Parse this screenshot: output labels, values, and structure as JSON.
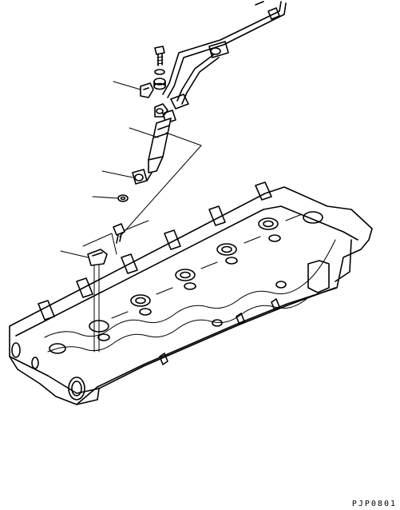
{
  "figure": {
    "reference_code": "PJP0801",
    "colors": {
      "line": "#000000",
      "background": "#ffffff"
    },
    "parts": [
      {
        "id": "clamp-bracket",
        "icon": "clamp-icon"
      },
      {
        "id": "nozzle-holder",
        "icon": "injector-icon"
      },
      {
        "id": "sleeve-nut",
        "icon": "nut-icon"
      },
      {
        "id": "gasket",
        "icon": "gasket-icon"
      },
      {
        "id": "bolt",
        "icon": "bolt-icon"
      },
      {
        "id": "holder-clamp",
        "icon": "clamp-icon"
      }
    ]
  }
}
